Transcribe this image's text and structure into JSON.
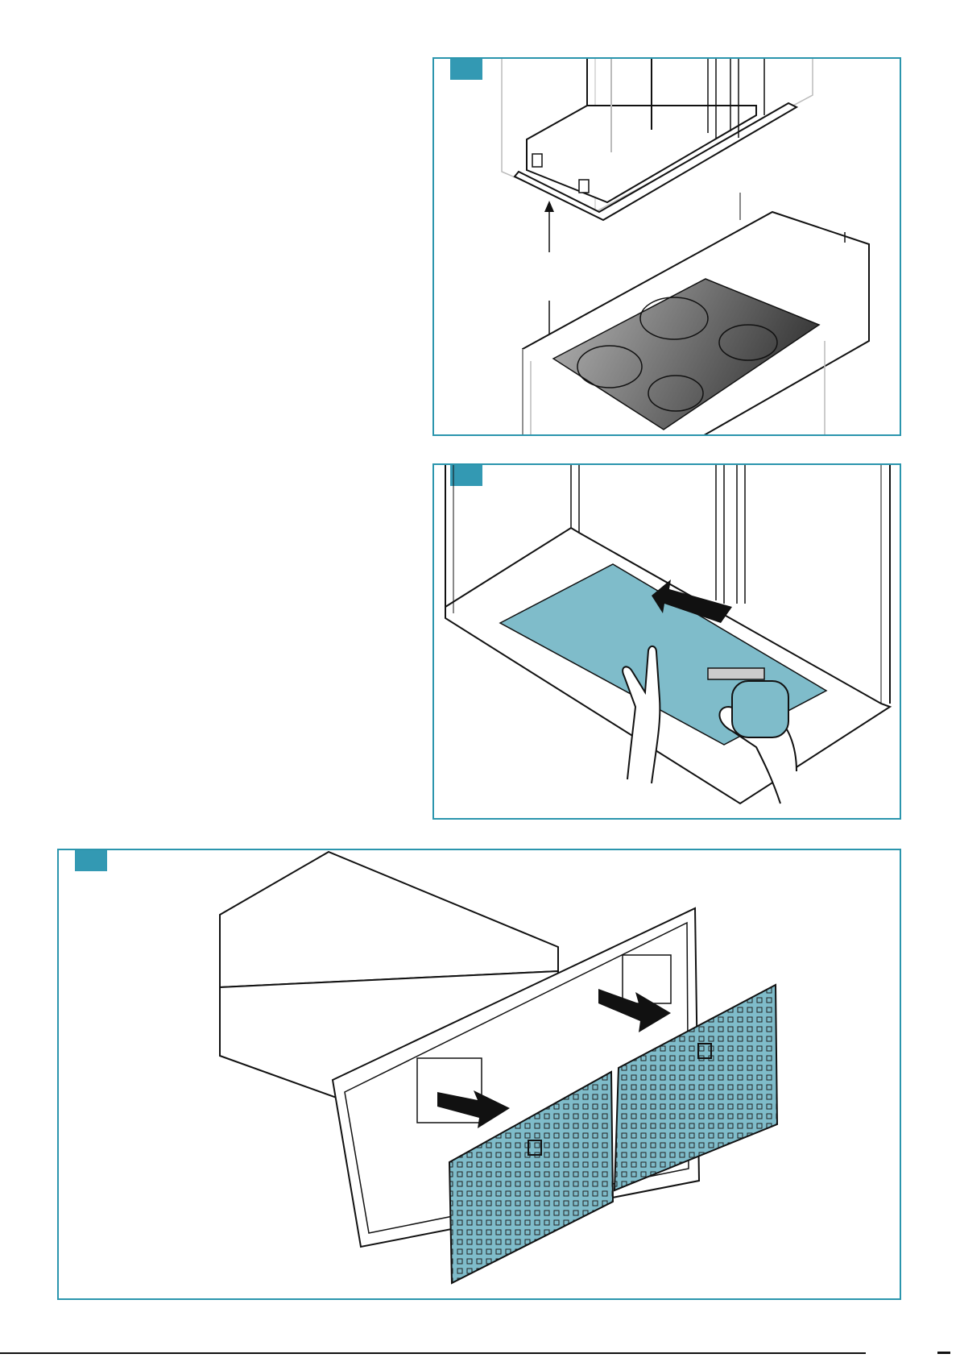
{
  "colors": {
    "accent": "#3399b3",
    "frame": "#2b95ad",
    "filter": "#7fbcca",
    "cooktop_dark": "#4a4a4a",
    "cooktop_light": "#b3b3b3"
  },
  "panels": [
    {
      "id": "panel-1",
      "badge_label": ""
    },
    {
      "id": "panel-2",
      "badge_label": ""
    },
    {
      "id": "panel-3",
      "badge_label": ""
    }
  ],
  "icons": [
    "up-down-arrow-icon",
    "push-arrow-icon",
    "pull-out-arrow-icon"
  ]
}
